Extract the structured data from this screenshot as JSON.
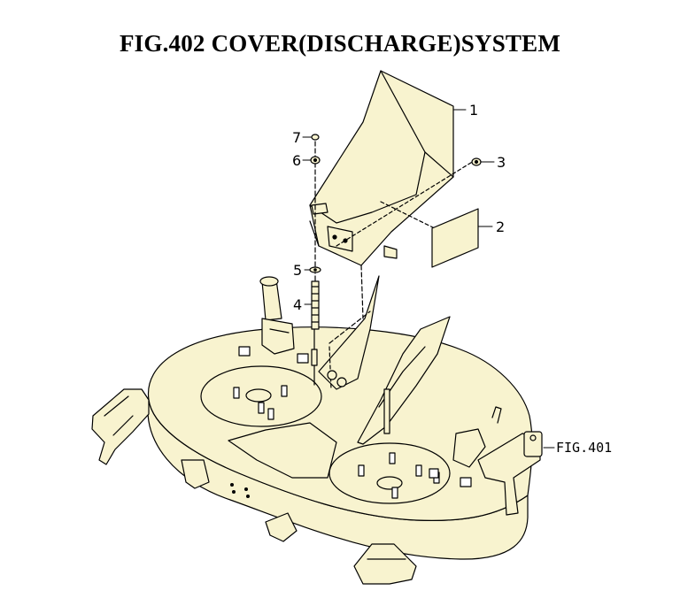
{
  "figure": {
    "title": "FIG.402  COVER(DISCHARGE)SYSTEM"
  },
  "callouts": [
    {
      "id": "1",
      "label": "1"
    },
    {
      "id": "2",
      "label": "2"
    },
    {
      "id": "3",
      "label": "3"
    },
    {
      "id": "4",
      "label": "4"
    },
    {
      "id": "5",
      "label": "5"
    },
    {
      "id": "6",
      "label": "6"
    },
    {
      "id": "7",
      "label": "7"
    }
  ],
  "reference": {
    "label": "FIG.401"
  },
  "colors": {
    "part_fill": "#f8f3cf",
    "line": "#000000"
  }
}
